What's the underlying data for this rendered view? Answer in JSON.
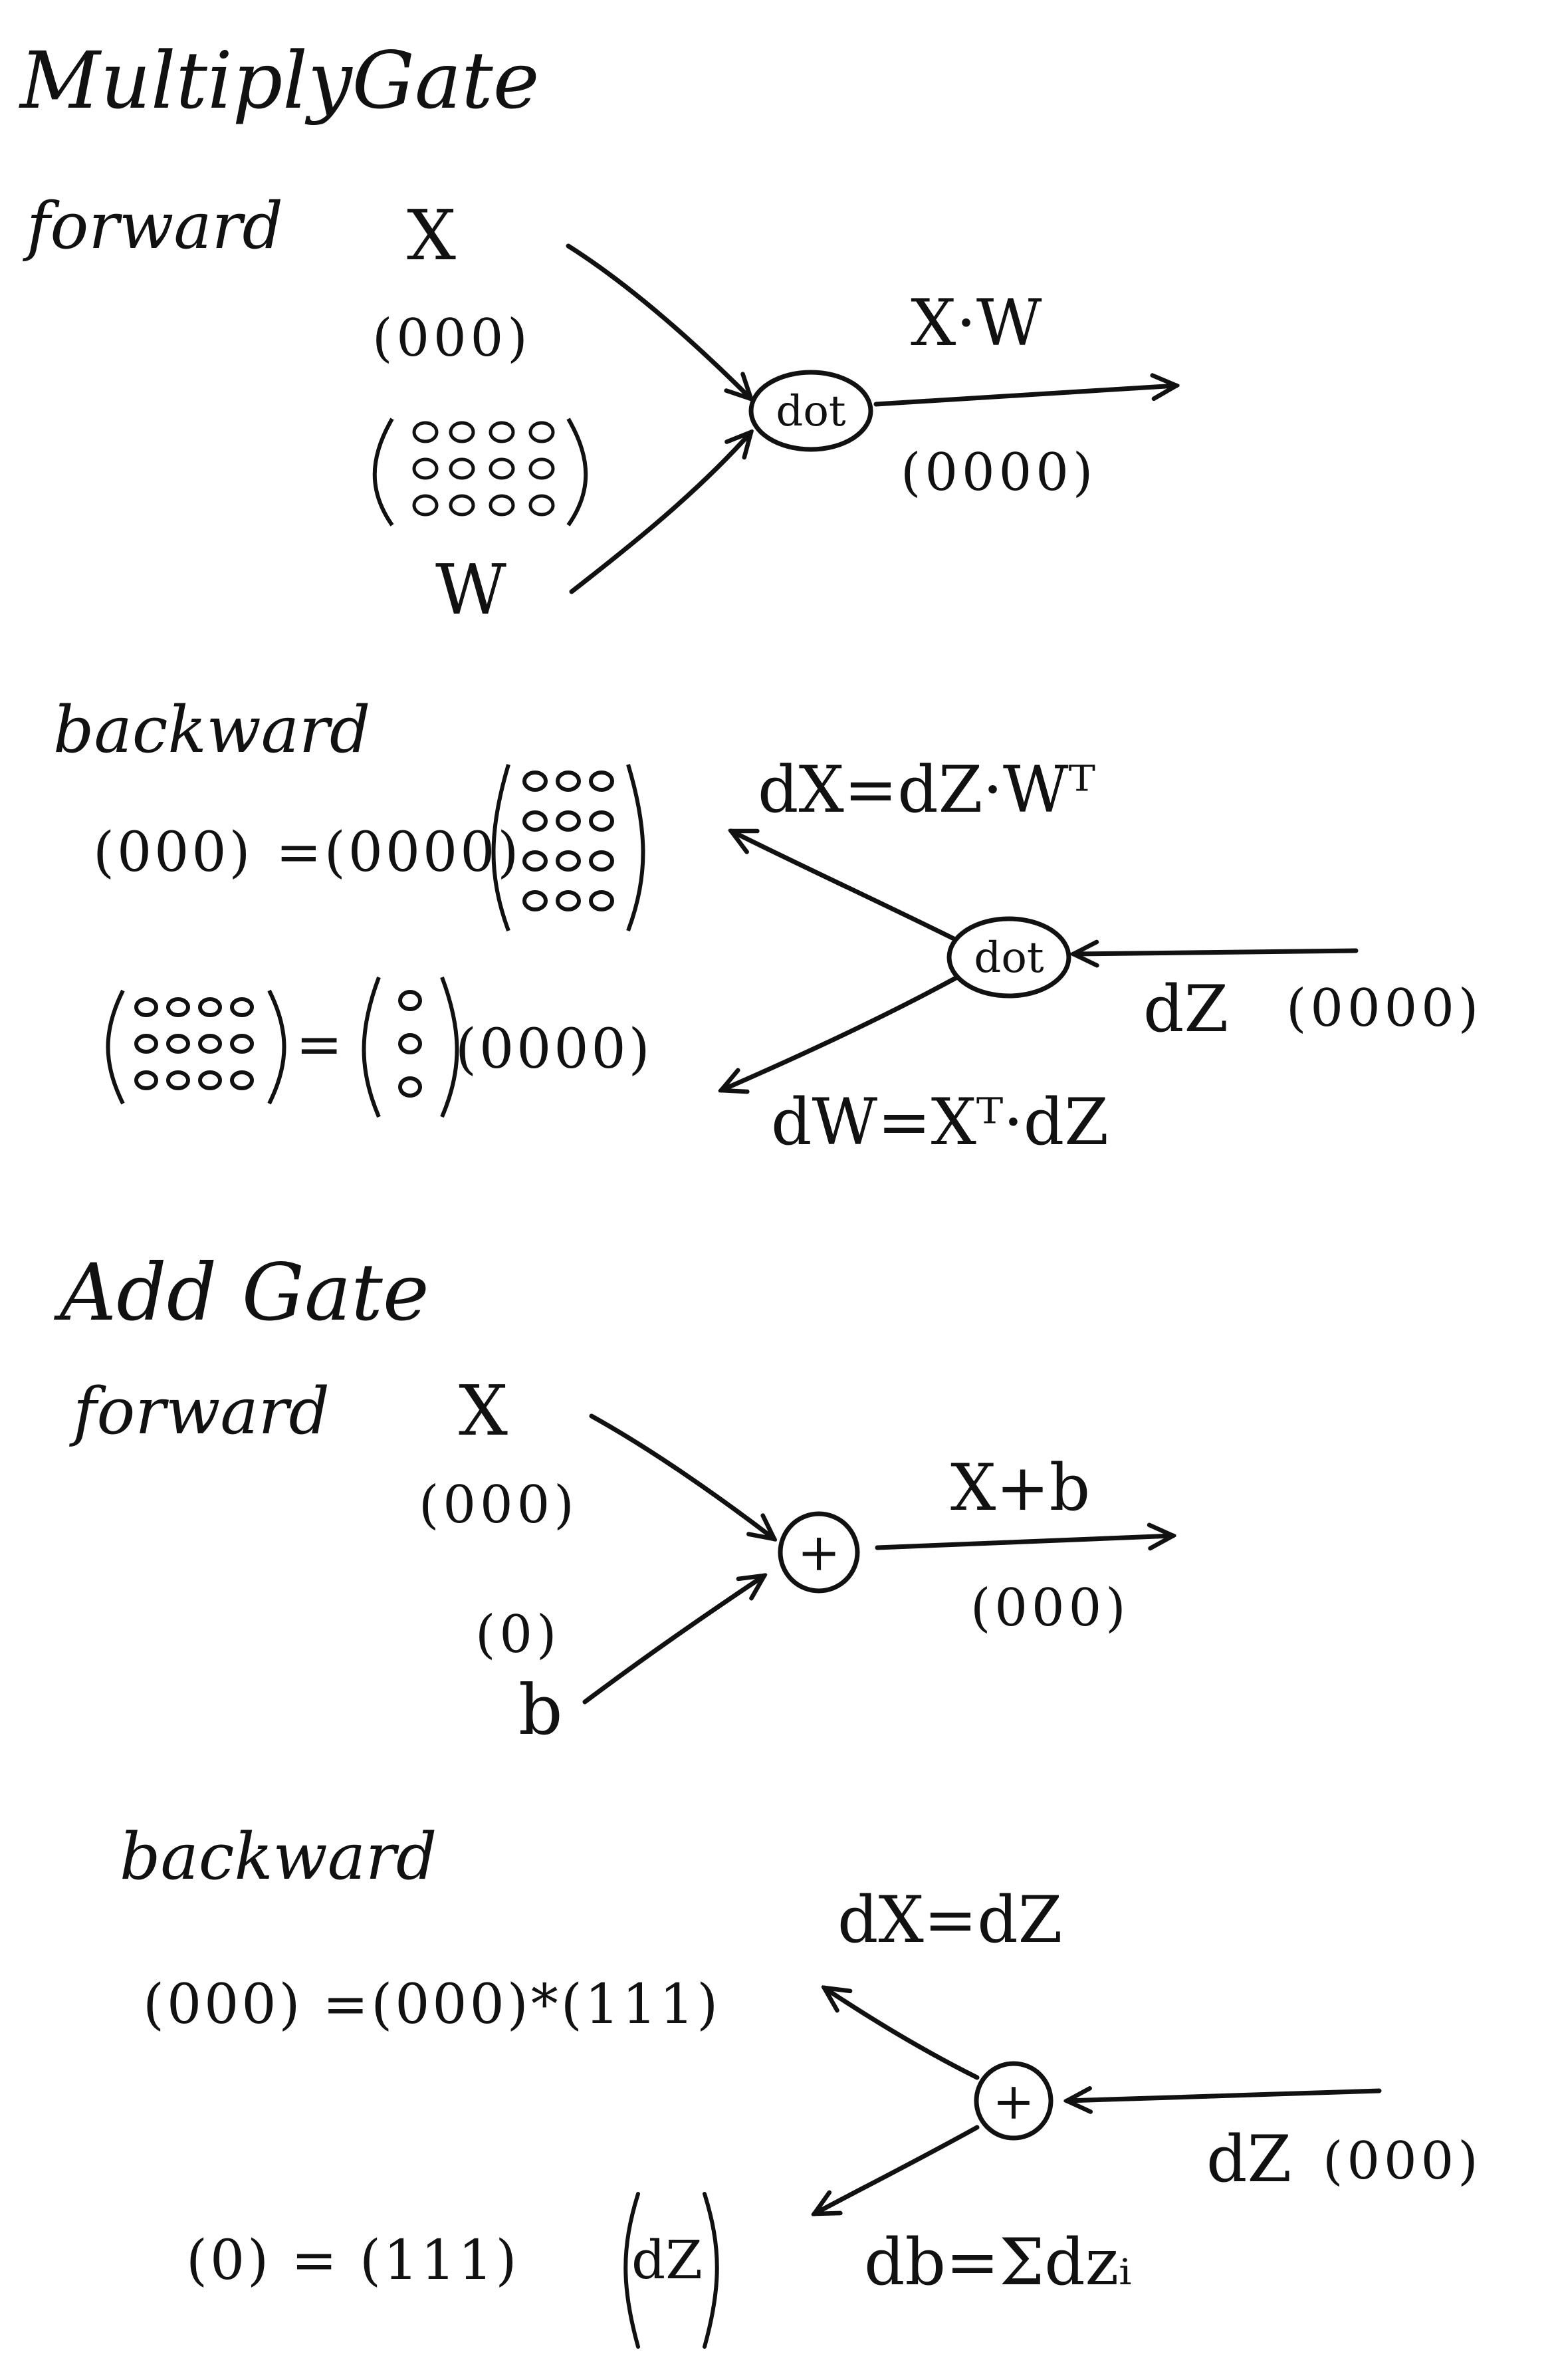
{
  "multiply_gate": {
    "title": "MultiplyGate",
    "forward": {
      "label": "forward",
      "x_label": "X",
      "x_shape": "(000)",
      "w_label": "W",
      "gate": "dot",
      "out_label": "X·W",
      "out_shape": "(0000)"
    },
    "backward": {
      "label": "backward",
      "eq1_lhs": "(000)",
      "eq1_rhs": "=(0000)",
      "eq2_rhs_vec": "(0000)",
      "dx_formula": "dX=dZ·Wᵀ",
      "dz_label": "dZ",
      "dz_shape": "(0000)",
      "dw_formula": "dW=Xᵀ·dZ",
      "gate": "dot"
    }
  },
  "add_gate": {
    "title": "Add Gate",
    "forward": {
      "label": "forward",
      "x_label": "X",
      "x_shape": "(000)",
      "b_shape": "(0)",
      "b_label": "b",
      "gate": "+",
      "out_label": "X+b",
      "out_shape": "(000)"
    },
    "backward": {
      "label": "backward",
      "eq1": "(000) =(000)*(111)",
      "eq2_lhs": "(0) = (111)",
      "eq2_vec": "dZ",
      "dx_formula": "dX=dZ",
      "dz_label": "dZ",
      "dz_shape": "(000)",
      "db_formula": "db=Σdzᵢ",
      "gate": "+"
    }
  }
}
